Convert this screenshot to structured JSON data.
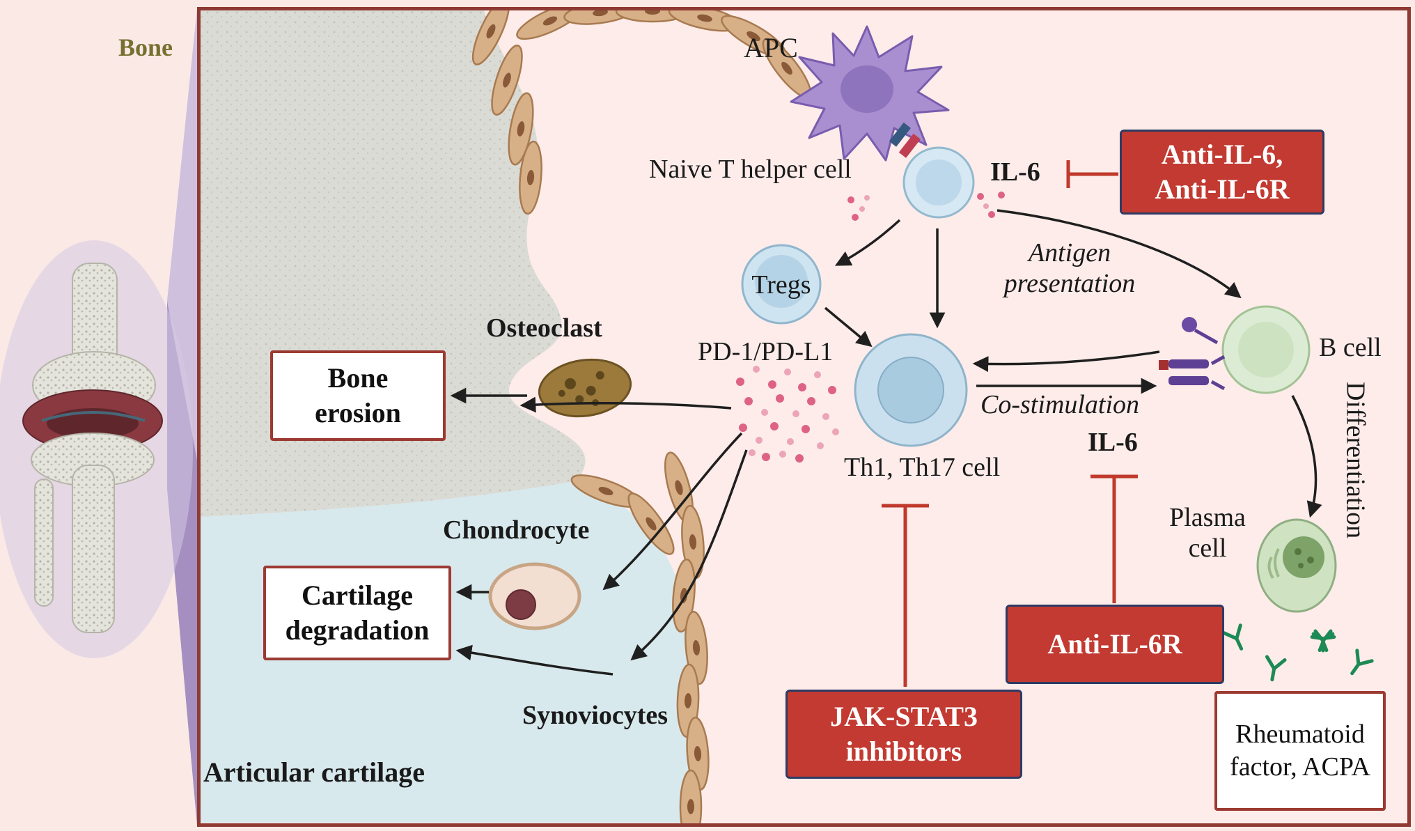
{
  "colors": {
    "page_bg": "#fbe9e6",
    "panel_bg": "#fdecea",
    "panel_border": "#8e3a33",
    "red_box_bg": "#c23a31",
    "red_box_border": "#2f3b63",
    "white_box_border": "#9c3a32",
    "bone_gray": "#dbdbd6",
    "cartilage_blue": "#d8e9ed",
    "inhibit_red": "#c0392b",
    "bone_label_color": "#767030"
  },
  "figure": {
    "bone_label": "Bone",
    "apc": "APC",
    "naive_t_helper": "Naive T helper cell",
    "il6_top": "IL-6",
    "anti_il6_box": "Anti-IL-6, Anti-IL-6R",
    "tregs": "Tregs",
    "antigen_presentation": "Antigen presentation",
    "pd1_pdl1": "PD-1/PD-L1",
    "co_stimulation": "Co-stimulation",
    "il6_mid": "IL-6",
    "b_cell": "B cell",
    "differentiation": "Differentiation",
    "th1_th17": "Th1, Th17 cell",
    "plasma_cell": "Plasma cell",
    "osteoclast": "Osteoclast",
    "bone_erosion_box": "Bone erosion",
    "chondrocyte": "Chondrocyte",
    "cartilage_degradation_box": "Cartilage degradation",
    "synoviocytes": "Synoviocytes",
    "articular_cartilage": "Articular cartilage",
    "jak_stat3_box": "JAK-STAT3 inhibitors",
    "anti_il6r_box": "Anti-IL-6R",
    "rheumatoid_box": "Rheumatoid factor, ACPA"
  }
}
